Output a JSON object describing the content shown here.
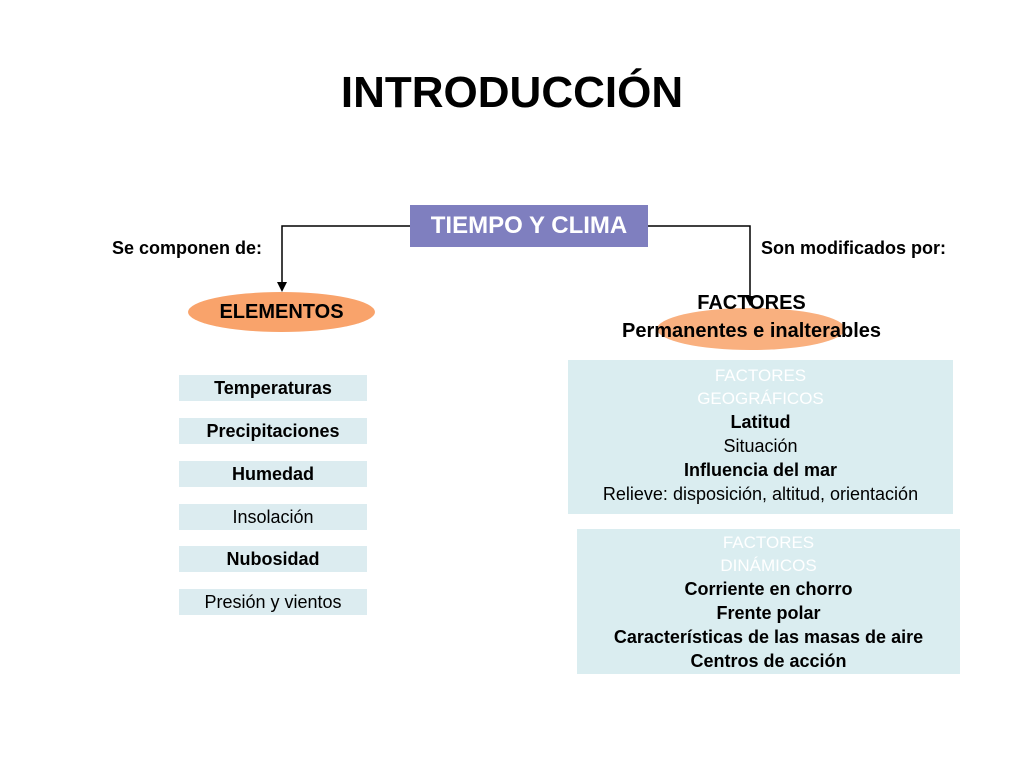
{
  "title": "INTRODUCCIÓN",
  "root": "TIEMPO Y CLIMA",
  "left_label": "Se componen de:",
  "right_label": "Son modificados por:",
  "elementos": {
    "title": "ELEMENTOS",
    "items": [
      "Temperaturas",
      "Precipitaciones",
      "Humedad",
      "Insolación",
      "Nubosidad",
      "Presión y vientos"
    ]
  },
  "factores": {
    "title_line1": "FACTORES",
    "title_line2": "Permanentes e inalterables",
    "geograficos": {
      "header_line1": "FACTORES",
      "header_line2": "GEOGRÁFICOS",
      "items": [
        "Latitud",
        "Situación",
        "Influencia del mar",
        "Relieve: disposición, altitud, orientación"
      ]
    },
    "dinamicos": {
      "header_line1": "FACTORES",
      "header_line2": "DINÁMICOS",
      "items": [
        "Corriente en chorro",
        "Frente polar",
        "Características de las masas de aire",
        "Centros de acción"
      ]
    }
  },
  "colors": {
    "root_fill": "#7f7fbf",
    "oval_fill": "#f9a36b",
    "box_fill": "#daedf0"
  }
}
